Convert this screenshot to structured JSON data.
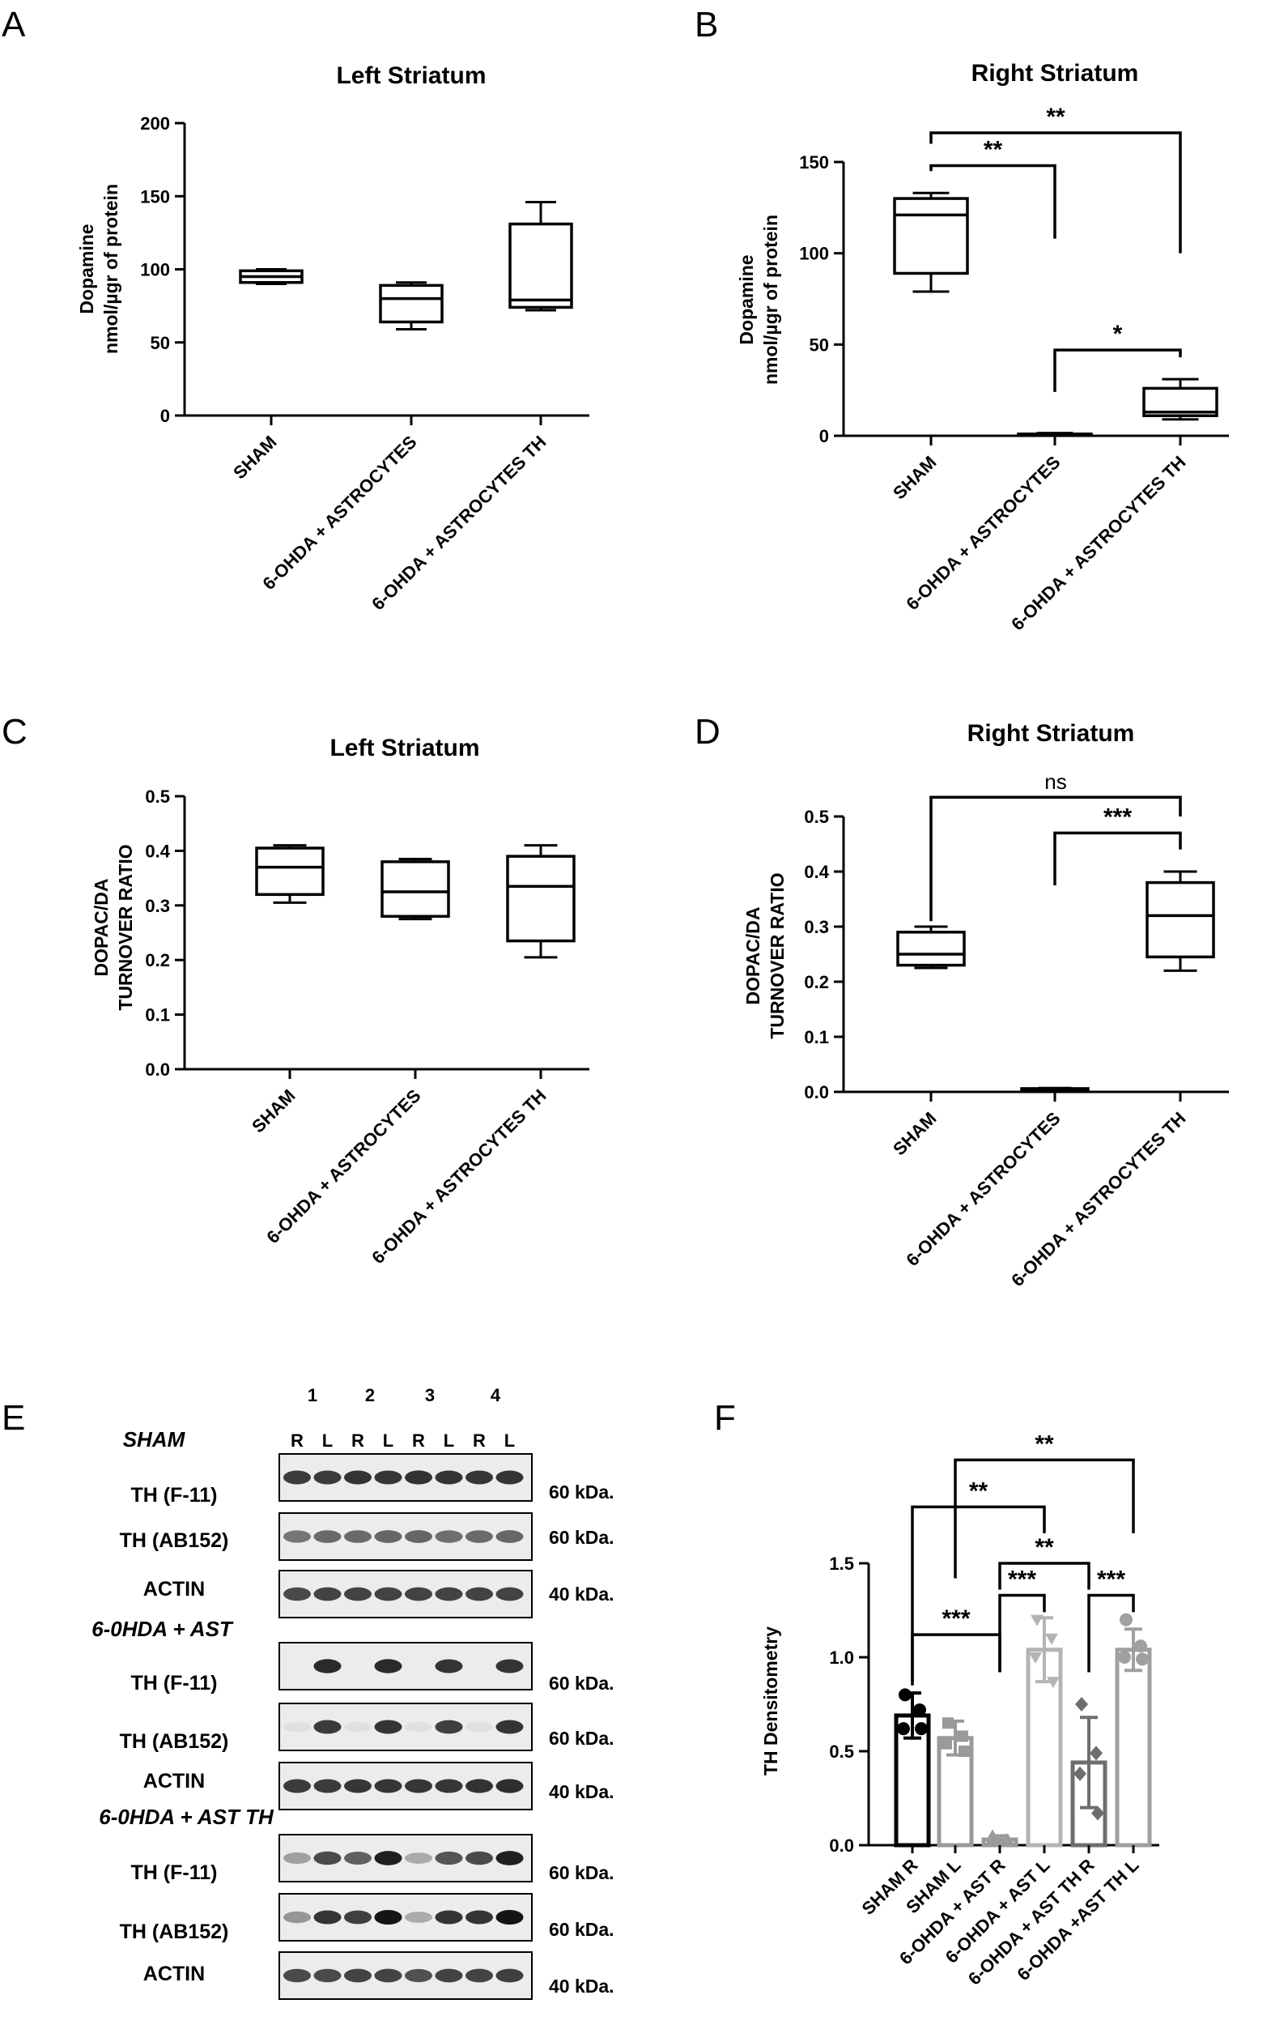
{
  "panel_labels": [
    "A",
    "B",
    "C",
    "D",
    "E",
    "F"
  ],
  "chart_data": [
    {
      "panel": "A",
      "type": "box",
      "title": "Left Striatum",
      "ylabel": [
        "Dopamine",
        "nmol/µgr of protein"
      ],
      "categories": [
        "SHAM",
        "6-OHDA + ASTROCYTES",
        "6-OHDA + ASTROCYTES  TH"
      ],
      "ylim": [
        0,
        200
      ],
      "yticks": [
        0,
        50,
        100,
        150,
        200
      ],
      "boxes": [
        {
          "min": 90,
          "q1": 91,
          "median": 95,
          "q3": 99,
          "max": 100
        },
        {
          "min": 59,
          "q1": 64,
          "median": 80,
          "q3": 89,
          "max": 91
        },
        {
          "min": 72,
          "q1": 74,
          "median": 79,
          "q3": 131,
          "max": 146
        }
      ],
      "comparisons": []
    },
    {
      "panel": "B",
      "type": "box",
      "title": "Right Striatum",
      "ylabel": [
        "Dopamine",
        "nmol/µgr of protein"
      ],
      "categories": [
        "SHAM",
        "6-OHDA + ASTROCYTES",
        "6-OHDA + ASTROCYTES TH"
      ],
      "ylim": [
        0,
        150
      ],
      "yticks": [
        0,
        50,
        100,
        150
      ],
      "boxes": [
        {
          "min": 79,
          "q1": 89,
          "median": 121,
          "q3": 130,
          "max": 133
        },
        {
          "min": 0.5,
          "q1": 1,
          "median": 1,
          "q3": 1,
          "max": 1.5
        },
        {
          "min": 9,
          "q1": 11,
          "median": 13,
          "q3": 26,
          "max": 31
        }
      ],
      "comparisons": [
        {
          "from": 0,
          "to": 1,
          "label": "**",
          "bar": 148,
          "leg_from": 145,
          "leg_to": 108
        },
        {
          "from": 0,
          "to": 2,
          "label": "**",
          "bar": 166,
          "leg_from": 160,
          "leg_to": 100
        },
        {
          "from": 1,
          "to": 2,
          "label": "*",
          "bar": 47,
          "leg_from": 24,
          "leg_to": 43
        }
      ]
    },
    {
      "panel": "C",
      "type": "box",
      "title": "Left Striatum",
      "ylabel": [
        "DOPAC/DA",
        "TURNOVER RATIO"
      ],
      "categories": [
        "SHAM",
        "6-OHDA + ASTROCYTES",
        "6-OHDA + ASTROCYTES TH"
      ],
      "ylim": [
        0,
        0.5
      ],
      "yticks": [
        0.0,
        0.1,
        0.2,
        0.3,
        0.4,
        0.5
      ],
      "ytick_labels": [
        "0.0",
        "0.1",
        "0.2",
        "0.3",
        "0.4",
        "0.5"
      ],
      "boxes": [
        {
          "min": 0.305,
          "q1": 0.32,
          "median": 0.37,
          "q3": 0.405,
          "max": 0.41
        },
        {
          "min": 0.275,
          "q1": 0.28,
          "median": 0.325,
          "q3": 0.38,
          "max": 0.385
        },
        {
          "min": 0.205,
          "q1": 0.235,
          "median": 0.335,
          "q3": 0.39,
          "max": 0.41
        }
      ],
      "comparisons": []
    },
    {
      "panel": "D",
      "type": "box",
      "title": "Right Striatum",
      "ylabel": [
        "DOPAC/DA",
        "TURNOVER RATIO"
      ],
      "categories": [
        "SHAM",
        "6-OHDA + ASTROCYTES",
        "6-OHDA + ASTROCYTES TH"
      ],
      "ylim": [
        0,
        0.5
      ],
      "yticks": [
        0.0,
        0.1,
        0.2,
        0.3,
        0.4,
        0.5
      ],
      "ytick_labels": [
        "0.0",
        "0.1",
        "0.2",
        "0.3",
        "0.4",
        "0.5"
      ],
      "boxes": [
        {
          "min": 0.225,
          "q1": 0.23,
          "median": 0.25,
          "q3": 0.29,
          "max": 0.3
        },
        {
          "min": 0.003,
          "q1": 0.004,
          "median": 0.005,
          "q3": 0.006,
          "max": 0.007
        },
        {
          "min": 0.22,
          "q1": 0.245,
          "median": 0.32,
          "q3": 0.38,
          "max": 0.4
        }
      ],
      "comparisons": [
        {
          "from": 0,
          "to": 2,
          "label": "ns",
          "bar": 0.535,
          "leg_from": 0.31,
          "leg_to": 0.5
        },
        {
          "from": 1,
          "to": 2,
          "label": "***",
          "bar": 0.47,
          "leg_from": 0.375,
          "leg_to": 0.44
        }
      ]
    },
    {
      "panel": "F",
      "type": "bar",
      "ylabel": "TH Densitometry",
      "categories": [
        "SHAM R",
        "SHAM L",
        "6-OHDA + AST R",
        "6-OHDA + AST L",
        "6-OHDA + AST TH R",
        "6-OHDA +AST TH L"
      ],
      "ylim": [
        0,
        1.5
      ],
      "yticks": [
        0.0,
        0.5,
        1.0,
        1.5
      ],
      "ytick_labels": [
        "0.0",
        "0.5",
        "1.0",
        "1.5"
      ],
      "values": [
        0.69,
        0.57,
        0.03,
        1.04,
        0.44,
        1.04
      ],
      "sd": [
        0.12,
        0.09,
        0.02,
        0.17,
        0.24,
        0.11
      ],
      "colors": [
        "#000000",
        "#9a9a9a",
        "#9a9a9a",
        "#b4b4b4",
        "#6e6e6e",
        "#a0a0a0"
      ],
      "markers": [
        "circle",
        "square",
        "triangle-up",
        "triangle-down",
        "diamond",
        "circle"
      ],
      "points": [
        [
          0.8,
          0.72,
          0.62,
          0.62
        ],
        [
          0.65,
          0.58,
          0.54,
          0.5
        ],
        [
          0.05,
          0.03,
          0.02,
          0.02
        ],
        [
          1.2,
          1.1,
          1.0,
          0.87
        ],
        [
          0.75,
          0.49,
          0.38,
          0.17
        ],
        [
          1.2,
          1.06,
          1.0,
          0.99
        ]
      ],
      "comparisons": [
        {
          "from": 2,
          "to": 0,
          "label": "***",
          "bar": 1.12,
          "leg_from": 0.92,
          "leg_to": 0.85
        },
        {
          "from": 2,
          "to": 3,
          "label": "***",
          "bar": 1.33,
          "leg_from": 0.92,
          "leg_to": 1.24
        },
        {
          "from": 4,
          "to": 5,
          "label": "***",
          "bar": 1.33,
          "leg_from": 0.92,
          "leg_to": 1.24
        },
        {
          "from": 2,
          "to": 4,
          "label": "**",
          "bar": 1.5,
          "leg_from": 1.36,
          "leg_to": 1.36
        },
        {
          "from": 0,
          "to": 3,
          "label": "**",
          "bar": 1.8,
          "leg_from": 0.87,
          "leg_to": 1.66
        },
        {
          "from": 1,
          "to": 5,
          "label": "**",
          "bar": 2.05,
          "leg_from": 1.42,
          "leg_to": 1.66
        }
      ]
    }
  ],
  "blot": {
    "lane_numbers": [
      "1",
      "2",
      "3",
      "4"
    ],
    "lane_sides": [
      "R",
      "L",
      "R",
      "L",
      "R",
      "L",
      "R",
      "L"
    ],
    "groups": [
      {
        "name": "SHAM",
        "rows": [
          {
            "label": "TH (F-11)",
            "kda": "60 kDa.",
            "intensity": [
              0.82,
              0.82,
              0.85,
              0.84,
              0.86,
              0.85,
              0.84,
              0.85
            ]
          },
          {
            "label": "TH (AB152)",
            "kda": "60 kDa.",
            "intensity": [
              0.55,
              0.6,
              0.6,
              0.62,
              0.62,
              0.58,
              0.6,
              0.62
            ]
          },
          {
            "label": "ACTIN",
            "kda": "40 kDa.",
            "intensity": [
              0.75,
              0.78,
              0.78,
              0.78,
              0.78,
              0.78,
              0.78,
              0.78
            ]
          }
        ]
      },
      {
        "name": "6-0HDA + AST",
        "rows": [
          {
            "label": "TH (F-11)",
            "kda": "60 kDa.",
            "intensity": [
              0.0,
              0.9,
              0.0,
              0.9,
              0.0,
              0.85,
              0.0,
              0.85
            ]
          },
          {
            "label": "TH (AB152)",
            "kda": "60 kDa.",
            "intensity": [
              0.05,
              0.82,
              0.05,
              0.85,
              0.05,
              0.8,
              0.05,
              0.85
            ]
          },
          {
            "label": "ACTIN",
            "kda": "40 kDa.",
            "intensity": [
              0.82,
              0.82,
              0.84,
              0.84,
              0.84,
              0.84,
              0.86,
              0.88
            ]
          }
        ]
      },
      {
        "name": "6-0HDA + AST TH",
        "rows": [
          {
            "label": "TH (F-11)",
            "kda": "60 kDa.",
            "intensity": [
              0.35,
              0.75,
              0.65,
              0.95,
              0.3,
              0.7,
              0.75,
              0.95
            ]
          },
          {
            "label": "TH (AB152)",
            "kda": "60 kDa.",
            "intensity": [
              0.4,
              0.85,
              0.8,
              1.0,
              0.3,
              0.85,
              0.85,
              1.0
            ]
          },
          {
            "label": "ACTIN",
            "kda": "40 kDa.",
            "intensity": [
              0.75,
              0.75,
              0.78,
              0.78,
              0.72,
              0.78,
              0.78,
              0.8
            ]
          }
        ]
      }
    ]
  }
}
